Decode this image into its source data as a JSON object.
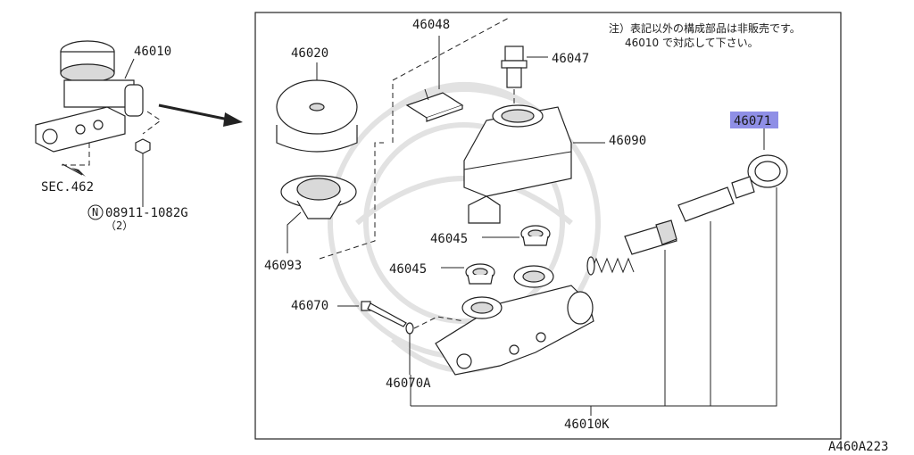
{
  "diagram_id": "A460A223",
  "note": {
    "line1": "注）表記以外の構成部品は非販売です。",
    "line2": "46010 で対応して下さい。"
  },
  "labels": {
    "master_cylinder_assy": "46010",
    "sec_ref": "SEC.462",
    "nut_part": "08911-1082G",
    "nut_marker": "N",
    "nut_qty": "（2）",
    "cap": "46020",
    "strainer": "46093",
    "connector": "46048",
    "plug": "46047",
    "reservoir": "46090",
    "highlighted": "46071",
    "grommet_upper": "46045",
    "grommet_lower": "46045",
    "pin": "46070",
    "oring": "46070A",
    "kit": "46010K"
  },
  "colors": {
    "highlight": "#8f8fe6",
    "line": "#222222",
    "watermark": "#e2e2e2"
  }
}
